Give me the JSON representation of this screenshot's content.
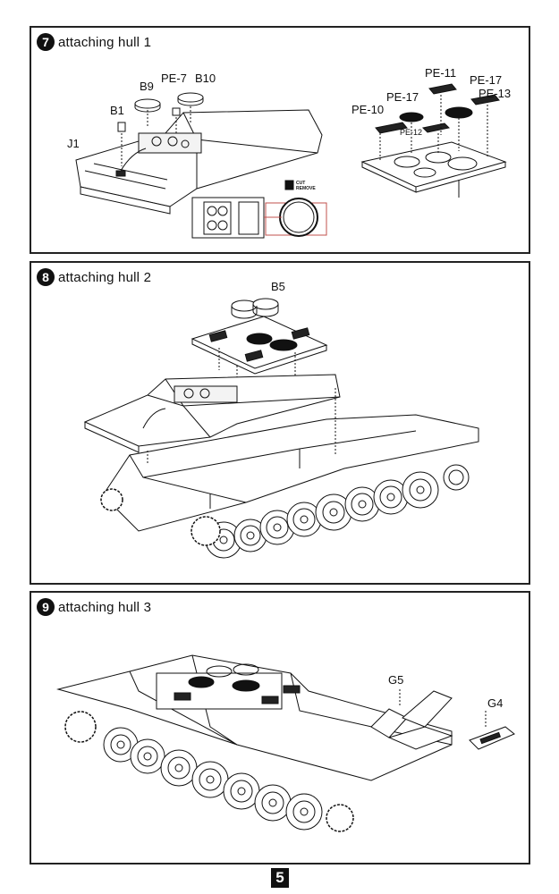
{
  "steps": [
    {
      "number": "7",
      "title": "attaching hull 1",
      "parts": {
        "j1": "J1",
        "b1": "B1",
        "b9": "B9",
        "pe7": "PE-7",
        "b10": "B10",
        "pe10": "PE-10",
        "pe17a": "PE-17",
        "pe11": "PE-11",
        "pe17b": "PE-17",
        "pe13": "PE-13",
        "pe12": "PE-12"
      },
      "note": {
        "cut": "CUT",
        "remove": "REMOVE"
      }
    },
    {
      "number": "8",
      "title": "attaching hull 2",
      "parts": {
        "b5": "B5"
      }
    },
    {
      "number": "9",
      "title": "attaching hull 3",
      "parts": {
        "g5": "G5",
        "g4": "G4"
      }
    }
  ],
  "page_number": "5"
}
